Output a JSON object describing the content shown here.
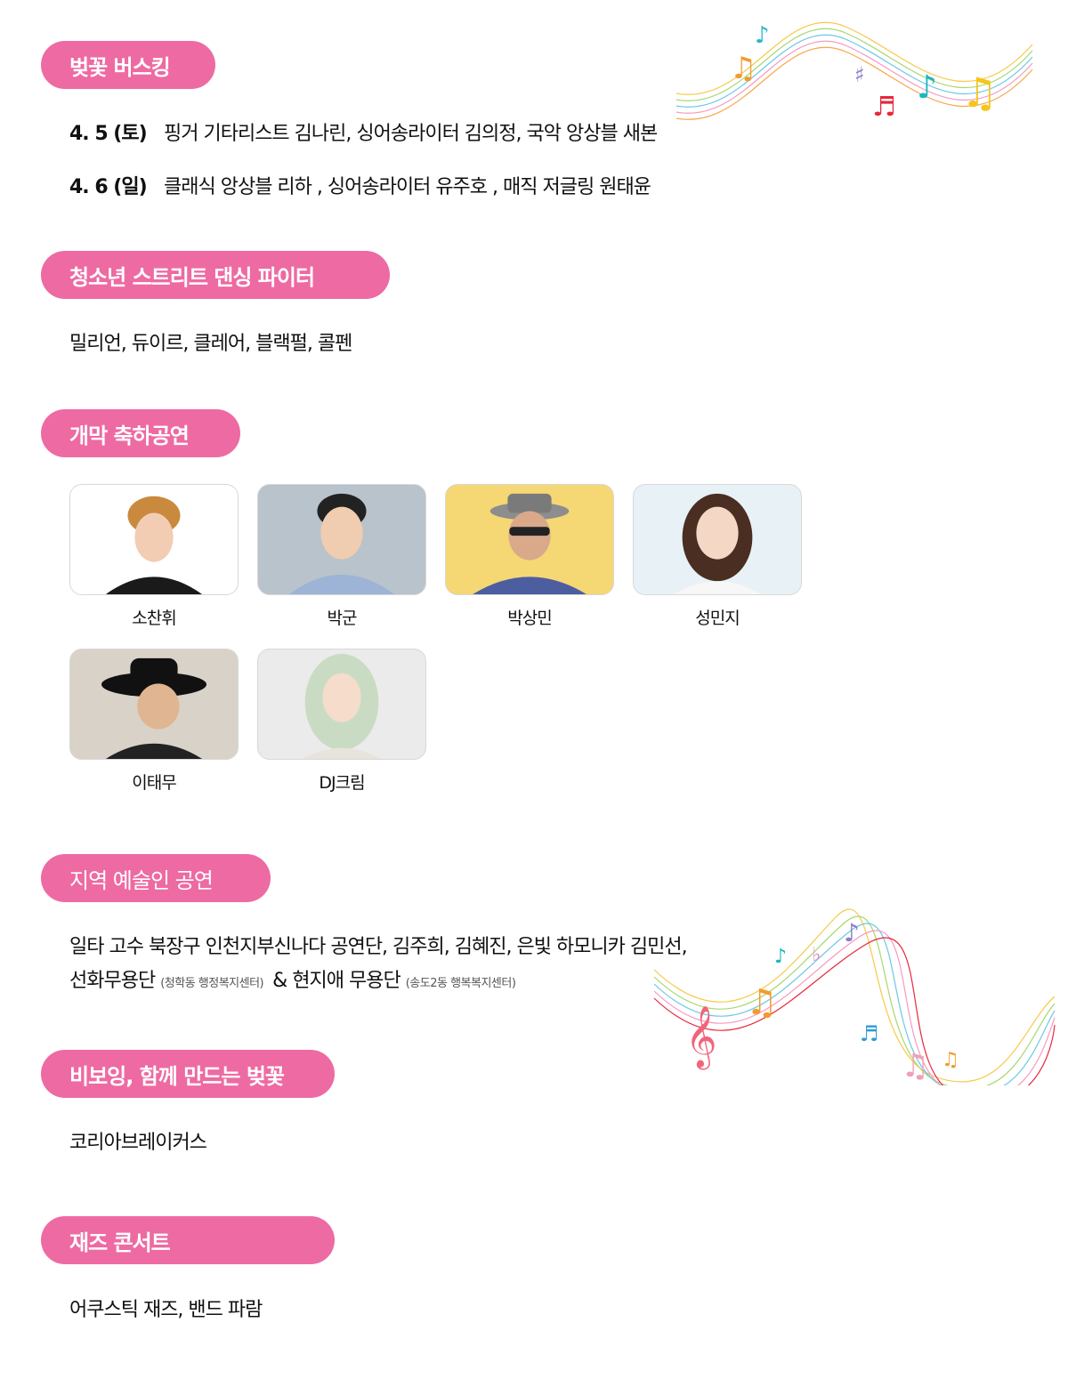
{
  "sections": [
    {
      "title": "벚꽃 버스킹",
      "lines": [
        {
          "date": "4. 5 (토)",
          "text": "핑거 기타리스트 김나린, 싱어송라이터 김의정, 국악 앙상블 새본"
        },
        {
          "date": "4. 6 (일)",
          "text": "클래식 앙상블 리하 , 싱어송라이터 유주호 , 매직 저글링 원태윤"
        }
      ]
    },
    {
      "title": "청소년 스트리트 댄싱 파이터",
      "text": "밀리언, 듀이르, 클레어, 블랙펄, 콜펜"
    },
    {
      "title": "개막 축하공연",
      "performers": [
        {
          "name": "소찬휘",
          "bg": "#ffffff"
        },
        {
          "name": "박군",
          "bg": "#b9c3cc"
        },
        {
          "name": "박상민",
          "bg": "#f5d774"
        },
        {
          "name": "성민지",
          "bg": "#e8f1f6"
        },
        {
          "name": "이태무",
          "bg": "#d9d2c8"
        },
        {
          "name": "DJ크림",
          "bg": "#ebebeb"
        }
      ]
    },
    {
      "title": "지역 예술인 공연",
      "line1": "일타 고수 북장구 인천지부신나다 공연단, 김주희, 김혜진, 은빛 하모니카 김민선,",
      "line2_a": "선화무용단",
      "line2_a_note": "(청학동 행정복지센터)",
      "line2_b": "& 현지애 무용단",
      "line2_b_note": "(송도2동 행복복지센터)"
    },
    {
      "title": "비보잉, 함께 만드는 벚꽃",
      "text": "코리아브레이커스"
    },
    {
      "title": "재즈 콘서트",
      "text": "어쿠스틱 재즈, 밴드 파람"
    }
  ],
  "colors": {
    "accent": "#ee6aa2",
    "text": "#111111"
  },
  "decorations": [
    "music-notes-top-right",
    "music-notes-mid-right"
  ]
}
